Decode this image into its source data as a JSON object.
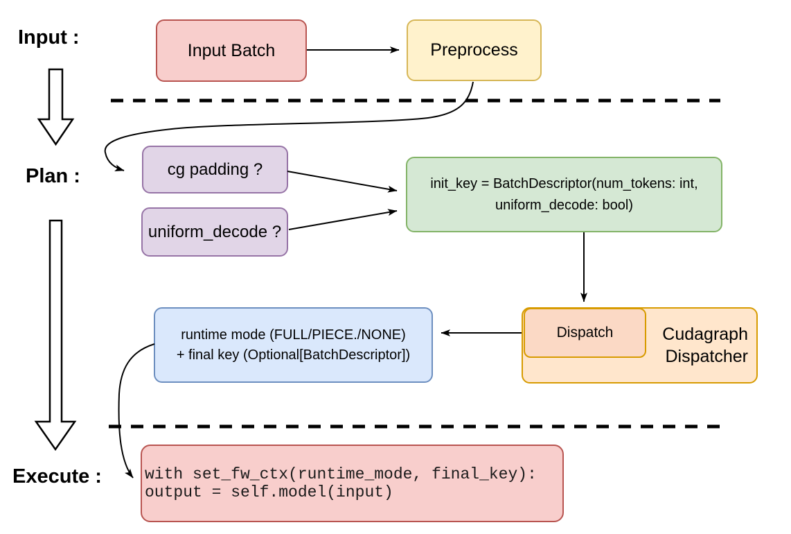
{
  "diagram": {
    "background": "#FFFFFF",
    "line_color": "#000000",
    "phase_labels": {
      "input": "Input :",
      "plan": "Plan :",
      "execute": "Execute :"
    },
    "nodes": {
      "input_batch": {
        "label": "Input Batch",
        "fill": "#F8CECC",
        "stroke": "#B85450"
      },
      "preprocess": {
        "label": "Preprocess",
        "fill": "#FFF2CC",
        "stroke": "#D6B656"
      },
      "cg_padding": {
        "label": "cg padding ?",
        "fill": "#E1D5E7",
        "stroke": "#9673A6"
      },
      "uniform_decode": {
        "label": "uniform_decode ?",
        "fill": "#E1D5E7",
        "stroke": "#9673A6"
      },
      "init_key": {
        "label_line1": "init_key = BatchDescriptor(num_tokens: int,",
        "label_line2": "uniform_decode: bool)",
        "fill": "#D5E8D4",
        "stroke": "#82B366"
      },
      "dispatch": {
        "label": "Dispatch",
        "fill": "#FBD9C5",
        "stroke": "#D79B00"
      },
      "cudagraph_dispatcher": {
        "label_line1": "Cudagraph",
        "label_line2": "Dispatcher",
        "fill": "#FFE6CC",
        "stroke": "#D79B00"
      },
      "runtime_mode": {
        "label_line1": "runtime mode (FULL/PIECE./NONE)",
        "label_line2": "+ final key (Optional[BatchDescriptor])",
        "fill": "#DAE8FC",
        "stroke": "#6C8EBF"
      },
      "execute_code": {
        "code_line1": "with set_fw_ctx(runtime_mode, final_key):",
        "code_line2": "    output = self.model(input)",
        "fill": "#F8CECC",
        "stroke": "#B85450"
      }
    }
  }
}
